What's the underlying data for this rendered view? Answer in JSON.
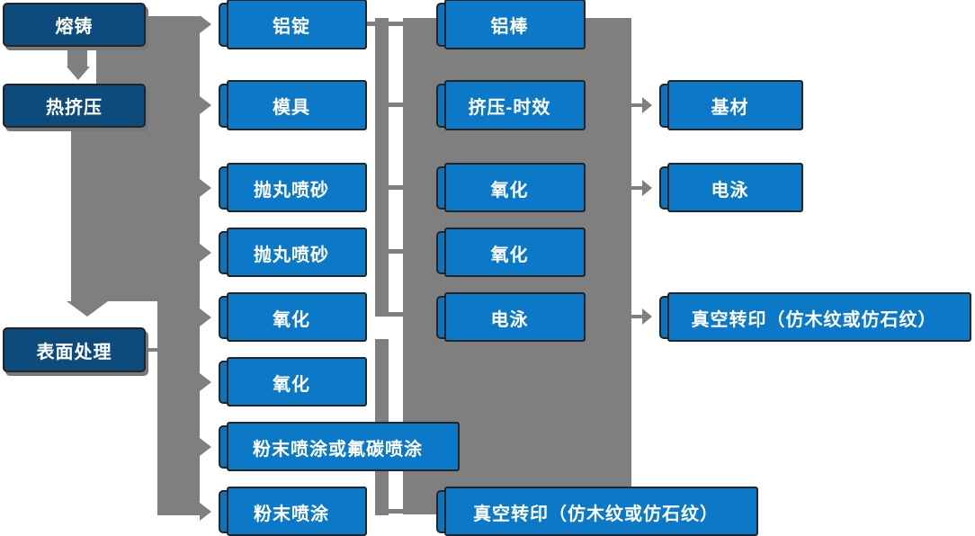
{
  "diagram": {
    "background": "#ffffff",
    "colors": {
      "stage_box_navy": "#0e4b7d",
      "step_box_blue": "#0b73c0",
      "connector_gray": "#7f7f7f",
      "box_outline": "#242424",
      "text": "#ffffff"
    },
    "nodes": {
      "melting_casting": {
        "label": "熔铸",
        "type": "stage"
      },
      "hot_extrusion": {
        "label": "热挤压",
        "type": "stage"
      },
      "surface_treatment": {
        "label": "表面处理",
        "type": "stage"
      },
      "aluminum_ingot": {
        "label": "铝锭",
        "type": "step"
      },
      "mold": {
        "label": "模具",
        "type": "step"
      },
      "shot_blast_1": {
        "label": "抛丸喷砂",
        "type": "step"
      },
      "shot_blast_2": {
        "label": "抛丸喷砂",
        "type": "step"
      },
      "oxidation_1": {
        "label": "氧化",
        "type": "step"
      },
      "oxidation_2": {
        "label": "氧化",
        "type": "step"
      },
      "powder_fluorocarbon": {
        "label": "粉末喷涂或氟碳喷涂",
        "type": "step"
      },
      "powder_coating": {
        "label": "粉末喷涂",
        "type": "step"
      },
      "aluminum_rod": {
        "label": "铝棒",
        "type": "step"
      },
      "extrusion_aging": {
        "label": "挤压-时效",
        "type": "step"
      },
      "oxidation_3": {
        "label": "氧化",
        "type": "step"
      },
      "oxidation_4": {
        "label": "氧化",
        "type": "step"
      },
      "electrophoresis_1": {
        "label": "电泳",
        "type": "step"
      },
      "vacuum_transfer_1": {
        "label": "真空转印（仿木纹或仿石纹）",
        "type": "step"
      },
      "base_material": {
        "label": "基材",
        "type": "step"
      },
      "electrophoresis_2": {
        "label": "电泳",
        "type": "step"
      },
      "vacuum_transfer_2": {
        "label": "真空转印（仿木纹或仿石纹）",
        "type": "step"
      }
    },
    "edges": [
      {
        "from": "melting_casting",
        "to": "hot_extrusion",
        "style": "arrow"
      },
      {
        "from": "melting_casting",
        "to": "aluminum_ingot",
        "style": "arrow"
      },
      {
        "from": "hot_extrusion",
        "to": "mold",
        "style": "arrow"
      },
      {
        "from": "hot_extrusion",
        "to": "surface_treatment",
        "style": "arrow"
      },
      {
        "from": "surface_treatment",
        "to": "shot_blast_1",
        "style": "arrow"
      },
      {
        "from": "surface_treatment",
        "to": "shot_blast_2",
        "style": "arrow"
      },
      {
        "from": "surface_treatment",
        "to": "oxidation_1",
        "style": "arrow"
      },
      {
        "from": "surface_treatment",
        "to": "oxidation_2",
        "style": "arrow"
      },
      {
        "from": "surface_treatment",
        "to": "powder_fluorocarbon",
        "style": "arrow"
      },
      {
        "from": "surface_treatment",
        "to": "powder_coating",
        "style": "arrow"
      },
      {
        "from": "aluminum_ingot",
        "to": "aluminum_rod",
        "style": "line"
      },
      {
        "from": "mold",
        "to": "extrusion_aging",
        "style": "line"
      },
      {
        "from": "shot_blast_1",
        "to": "oxidation_3",
        "style": "line"
      },
      {
        "from": "shot_blast_2",
        "to": "oxidation_4",
        "style": "line"
      },
      {
        "from": "oxidation_1",
        "to": "electrophoresis_1",
        "style": "line"
      },
      {
        "from": "powder_coating",
        "to": "vacuum_transfer_1",
        "style": "line"
      },
      {
        "from": "extrusion_aging",
        "to": "base_material",
        "style": "arrow"
      },
      {
        "from": "oxidation_3",
        "to": "electrophoresis_2",
        "style": "arrow"
      },
      {
        "from": "electrophoresis_1",
        "to": "vacuum_transfer_2",
        "style": "arrow"
      }
    ]
  }
}
